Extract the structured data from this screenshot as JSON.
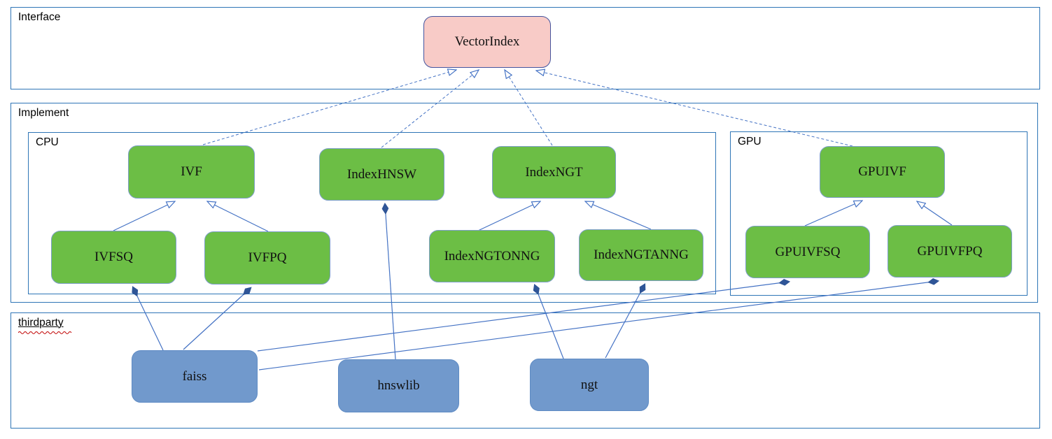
{
  "sections": {
    "interface": {
      "label": "Interface"
    },
    "implement": {
      "label": "Implement"
    },
    "cpu": {
      "label": "CPU"
    },
    "gpu": {
      "label": "GPU"
    },
    "thirdparty": {
      "label": "thirdparty"
    }
  },
  "nodes": {
    "vectorindex": {
      "label": "VectorIndex",
      "kind": "interface"
    },
    "ivf": {
      "label": "IVF",
      "kind": "cpu-implementation"
    },
    "indexhnsw": {
      "label": "IndexHNSW",
      "kind": "cpu-implementation"
    },
    "indexngt": {
      "label": "IndexNGT",
      "kind": "cpu-implementation"
    },
    "gpuivf": {
      "label": "GPUIVF",
      "kind": "gpu-implementation"
    },
    "ivfsq": {
      "label": "IVFSQ",
      "kind": "cpu-implementation"
    },
    "ivfpq": {
      "label": "IVFPQ",
      "kind": "cpu-implementation"
    },
    "indexngtonng": {
      "label": "IndexNGTONNG",
      "kind": "cpu-implementation"
    },
    "indexngtanng": {
      "label": "IndexNGTANNG",
      "kind": "cpu-implementation"
    },
    "gpuivfsq": {
      "label": "GPUIVFSQ",
      "kind": "gpu-implementation"
    },
    "gpuivfpq": {
      "label": "GPUIVFPQ",
      "kind": "gpu-implementation"
    },
    "faiss": {
      "label": "faiss",
      "kind": "thirdparty-library"
    },
    "hnswlib": {
      "label": "hnswlib",
      "kind": "thirdparty-library"
    },
    "ngt": {
      "label": "ngt",
      "kind": "thirdparty-library"
    }
  },
  "edges": [
    {
      "from": "IVF",
      "to": "VectorIndex",
      "type": "realization"
    },
    {
      "from": "IndexHNSW",
      "to": "VectorIndex",
      "type": "realization"
    },
    {
      "from": "IndexNGT",
      "to": "VectorIndex",
      "type": "realization"
    },
    {
      "from": "GPUIVF",
      "to": "VectorIndex",
      "type": "realization"
    },
    {
      "from": "IVFSQ",
      "to": "IVF",
      "type": "generalization"
    },
    {
      "from": "IVFPQ",
      "to": "IVF",
      "type": "generalization"
    },
    {
      "from": "IndexNGTONNG",
      "to": "IndexNGT",
      "type": "generalization"
    },
    {
      "from": "IndexNGTANNG",
      "to": "IndexNGT",
      "type": "generalization"
    },
    {
      "from": "GPUIVFSQ",
      "to": "GPUIVF",
      "type": "generalization"
    },
    {
      "from": "GPUIVFPQ",
      "to": "GPUIVF",
      "type": "generalization"
    },
    {
      "from": "faiss",
      "to": "IVFSQ",
      "type": "composition"
    },
    {
      "from": "faiss",
      "to": "IVFPQ",
      "type": "composition"
    },
    {
      "from": "faiss",
      "to": "GPUIVFSQ",
      "type": "composition"
    },
    {
      "from": "faiss",
      "to": "GPUIVFPQ",
      "type": "composition"
    },
    {
      "from": "hnswlib",
      "to": "IndexHNSW",
      "type": "composition"
    },
    {
      "from": "ngt",
      "to": "IndexNGTONNG",
      "type": "composition"
    },
    {
      "from": "ngt",
      "to": "IndexNGTANNG",
      "type": "composition"
    }
  ],
  "colors": {
    "interface_fill": "#F8CBC7",
    "implementation_fill": "#6CBE45",
    "thirdparty_fill": "#7199CC",
    "frame_border": "#2E75B6",
    "connector": "#4472C4",
    "diamond": "#2F5597",
    "squiggle": "#C00000"
  }
}
